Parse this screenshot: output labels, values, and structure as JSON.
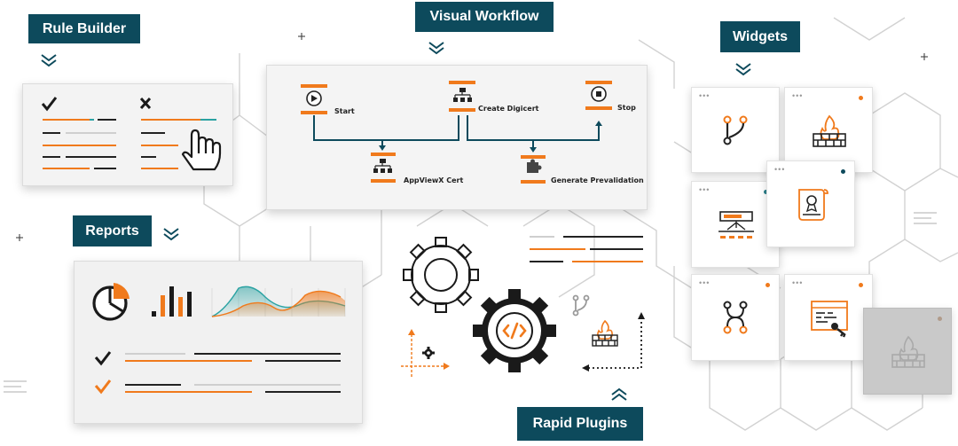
{
  "labels": {
    "rule_builder": "Rule Builder",
    "visual_workflow": "Visual Workflow",
    "widgets": "Widgets",
    "reports": "Reports",
    "rapid_plugins": "Rapid Plugins"
  },
  "workflow": {
    "nodes": [
      {
        "label": "Start",
        "icon": "play-icon"
      },
      {
        "label": "Create Digicert",
        "icon": "hierarchy-icon"
      },
      {
        "label": "Stop",
        "icon": "stop-icon"
      },
      {
        "label": "AppViewX Cert",
        "icon": "hierarchy-icon"
      },
      {
        "label": "Generate Prevalidation",
        "icon": "puzzle-icon"
      }
    ]
  },
  "widgets": [
    {
      "icon": "branch-icon",
      "status": "none"
    },
    {
      "icon": "firewall-icon",
      "status": "orange"
    },
    {
      "icon": "certificate-icon",
      "status": "teal"
    },
    {
      "icon": "server-network-icon",
      "status": "teal"
    },
    {
      "icon": "git-merge-icon",
      "status": "orange"
    },
    {
      "icon": "code-key-icon",
      "status": "orange"
    },
    {
      "icon": "firewall-icon",
      "status": "orange"
    }
  ],
  "colors": {
    "brand_teal": "#0d4a5c",
    "accent_orange": "#f07a1c",
    "line_dark": "#222222",
    "hex_grid": "#d0d0d0"
  }
}
